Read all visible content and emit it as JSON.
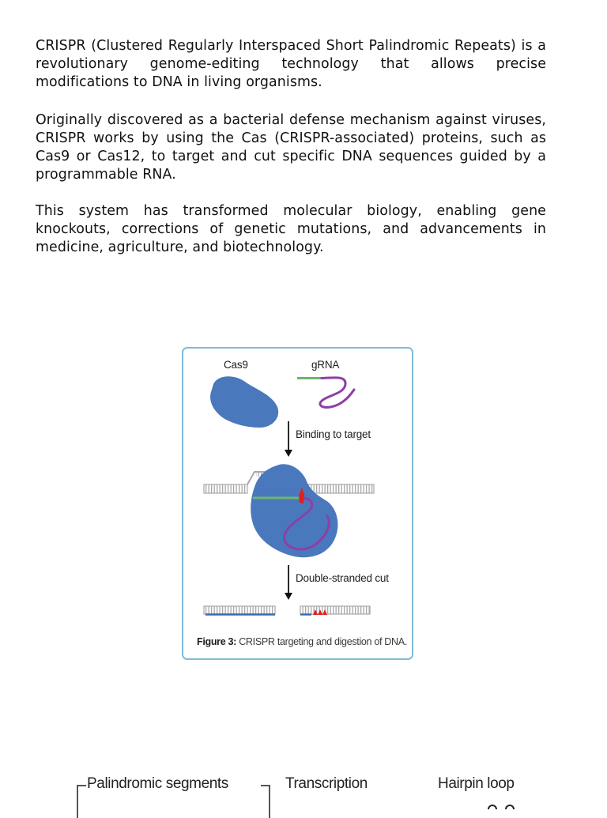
{
  "text": {
    "paragraph_1": "CRISPR (Clustered Regularly Interspaced Short Palindromic Repeats) is a revolutionary genome-editing technology that allows precise modifications to DNA in living organisms.",
    "paragraph_2": "Originally discovered as a bacterial defense mechanism against viruses, CRISPR works by using the Cas (CRISPR-associated) proteins, such as Cas9 or Cas12, to target and cut specific DNA sequences guided by a programmable RNA.",
    "paragraph_3": "This system has transformed molecular biology, enabling gene knockouts, corrections of genetic mutations, and advancements in medicine, agriculture, and biotechnology."
  },
  "figure": {
    "cas9_label": "Cas9",
    "grna_label": "gRNA",
    "step_1_label": "Binding to target",
    "step_2_label": "Double-stranded cut",
    "caption_prefix": "Figure 3:",
    "caption_text": "CRISPR targeting and digestion of DNA.",
    "colors": {
      "border": "#7dbcd9",
      "cas9_protein": "#4a78bd",
      "grna_guide": "#6db56d",
      "grna_scaffold": "#8e3fa6",
      "cut_site": "#e02020",
      "dna_strand": "#9a9a9a"
    }
  },
  "bottom_figure": {
    "palindromic_label": "Palindromic segments",
    "transcription_label": "Transcription",
    "hairpin_label": "Hairpin loop"
  }
}
